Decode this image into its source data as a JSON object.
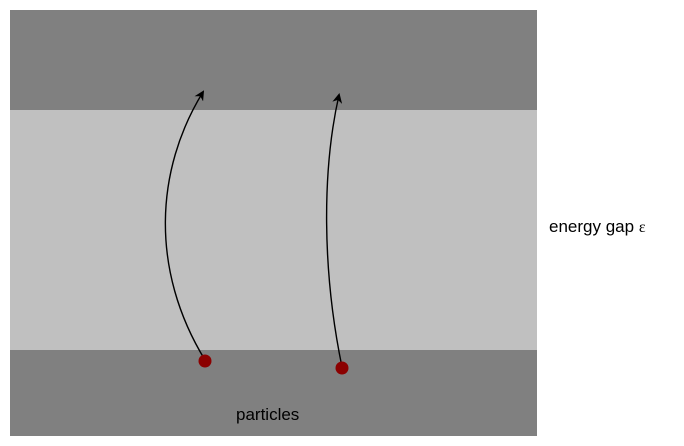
{
  "labels": {
    "particles": "particles",
    "energy_gap_text": "energy gap",
    "energy_gap_symbol": "ε"
  },
  "colors": {
    "band_dark": "#808080",
    "gap_light": "#c0c0c0",
    "particle": "#8b0000",
    "arrow": "#000000"
  }
}
